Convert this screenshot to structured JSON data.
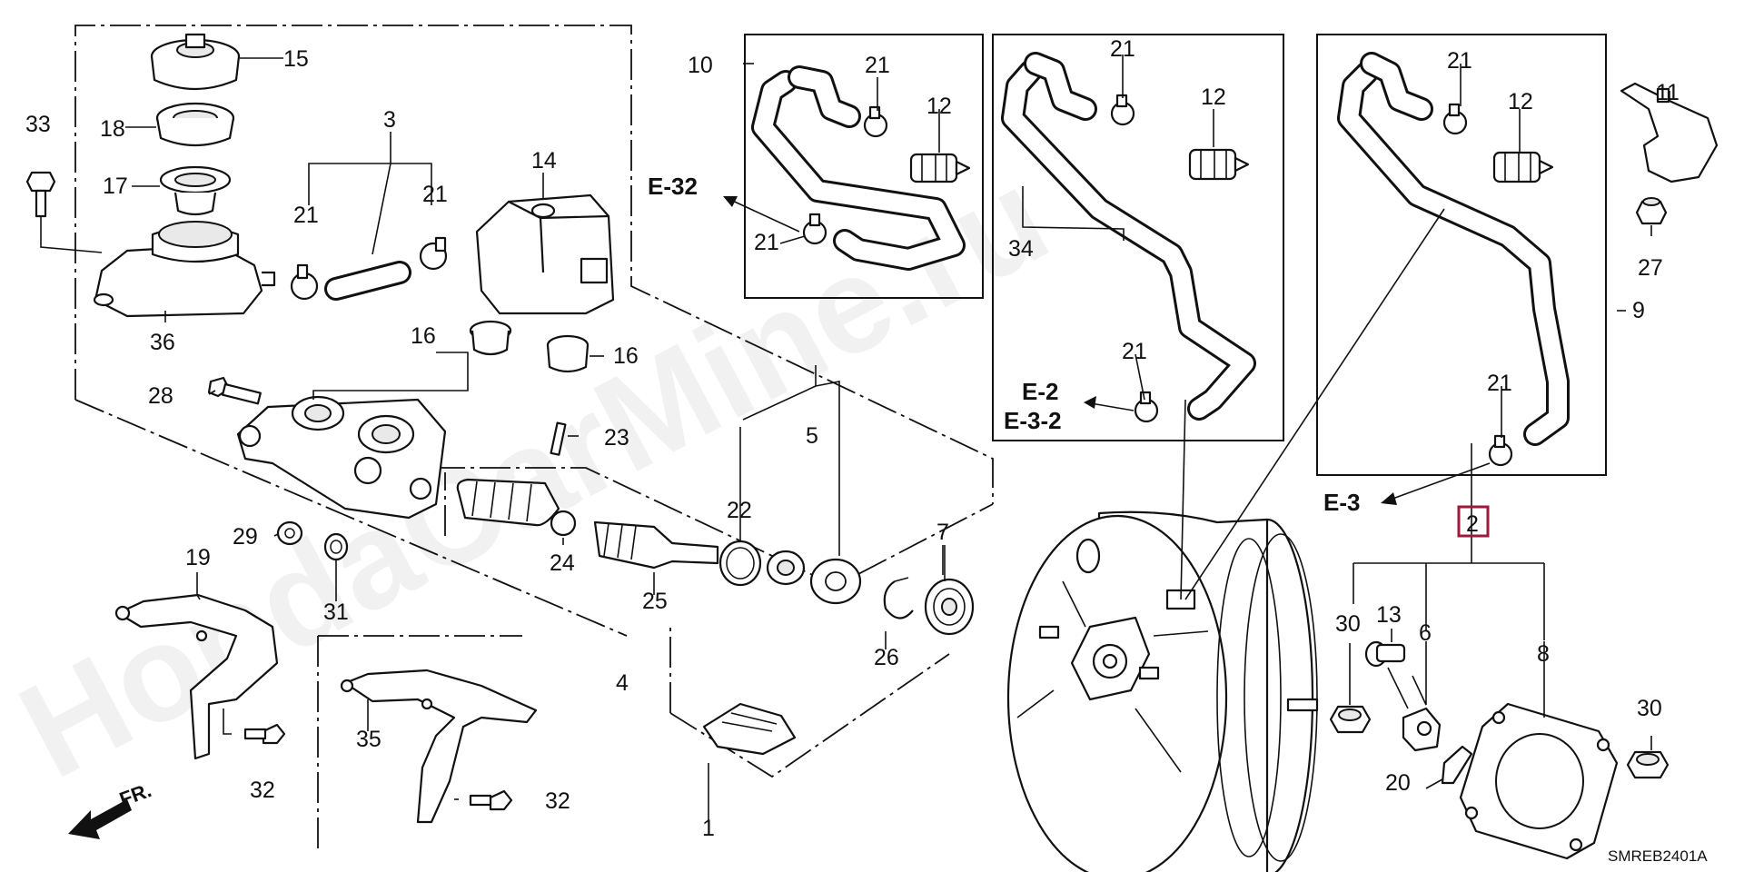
{
  "watermark": "HondaCarMine.ru",
  "diagram_code": "SMREB2401A",
  "front_indicator": "FR.",
  "highlight_color": "#a0183a",
  "callouts": {
    "c15": "15",
    "c18": "18",
    "c17": "17",
    "c33": "33",
    "c36": "36",
    "c3": "3",
    "c21a": "21",
    "c21b": "21",
    "c14": "14",
    "c16a": "16",
    "c16b": "16",
    "c28": "28",
    "c23": "23",
    "c5": "5",
    "c22": "22",
    "c7": "7",
    "c29": "29",
    "c24": "24",
    "c25": "25",
    "c26": "26",
    "c31": "31",
    "c19": "19",
    "c4": "4",
    "c35": "35",
    "c32a": "32",
    "c32b": "32",
    "c1": "1",
    "c10": "10",
    "c21c": "21",
    "c12a": "12",
    "c21d": "21",
    "c34": "34",
    "c21e": "21",
    "c12b": "12",
    "c21f": "21",
    "c21g": "21",
    "c12c": "12",
    "c9": "9",
    "c21h": "21",
    "c11": "11",
    "c27": "27",
    "c2": "2",
    "c13": "13",
    "c30a": "30",
    "c6": "6",
    "c8": "8",
    "c30b": "30",
    "c20": "20"
  },
  "refs": {
    "e32": "E-32",
    "e2": "E-2",
    "e32b": "E-3-2",
    "e3": "E-3"
  }
}
